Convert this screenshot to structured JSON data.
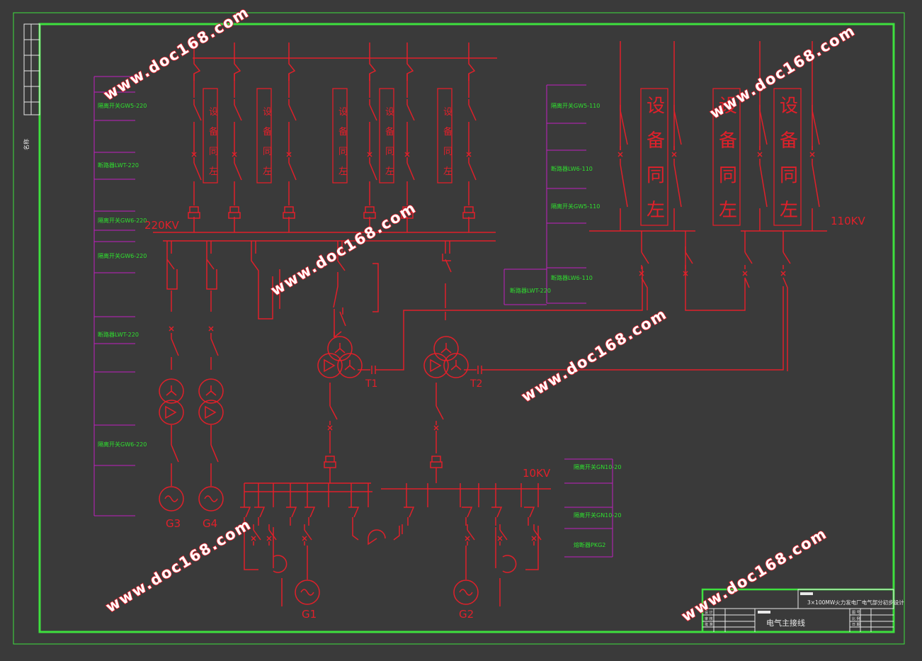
{
  "title_block": {
    "project": "3×100MW火力发电厂电气部分初步设计",
    "drawing": "电气主接线",
    "labels": [
      "设 计",
      "审 核",
      "批 准"
    ],
    "right_labels": [
      "图 号",
      "比 例",
      "日 期"
    ]
  },
  "buses": {
    "bus_220": "220KV",
    "bus_110": "110KV",
    "bus_10": "10KV"
  },
  "generators": [
    "G3",
    "G4",
    "G1",
    "G2"
  ],
  "transformers": [
    "T1",
    "T2"
  ],
  "device_text": [
    "设",
    "备",
    "同",
    "左"
  ],
  "legend_220": [
    "隔离开关GW5-220",
    "断路器LWT-220",
    "隔离开关GW6-220",
    "隔离开关GW6-220",
    "断路器LWT-220",
    "隔离开关GW6-220"
  ],
  "legend_110": [
    "隔离开关GW5-110",
    "断路器LW6-110",
    "隔离开关GW5-110",
    "断路器LW6-110",
    "断路器LWT-220"
  ],
  "legend_10": [
    "隔离开关GN10-20",
    "隔离开关GN10-20",
    "熔断器PKG2"
  ],
  "side_note": "名称",
  "watermark": "www.doc168.com"
}
